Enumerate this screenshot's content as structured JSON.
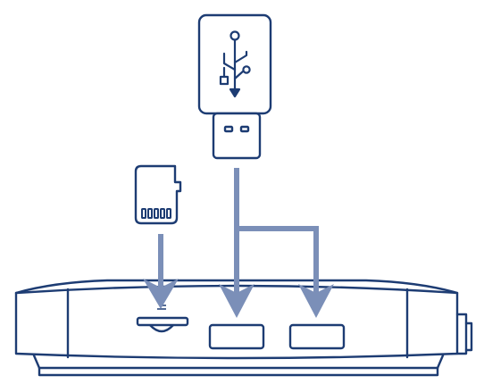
{
  "diagram": {
    "colors": {
      "outline": "#1d3c73",
      "arrow": "#7b8fb8",
      "background": "#ffffff"
    },
    "components": {
      "usb_drive": {
        "icon": "usb-flash-drive-icon",
        "symbol": "usb-trident-icon"
      },
      "microsd_card": {
        "icon": "microsd-card-icon"
      },
      "device": {
        "icon": "tv-box-icon",
        "ports": [
          "microsd-slot-icon",
          "usb-port-icon",
          "usb-port-icon"
        ]
      }
    },
    "connections": [
      {
        "from": "microsd_card",
        "to": "microsd-slot"
      },
      {
        "from": "usb_drive",
        "to": "usb-port-1"
      },
      {
        "from": "usb_drive",
        "to": "usb-port-2"
      }
    ]
  }
}
